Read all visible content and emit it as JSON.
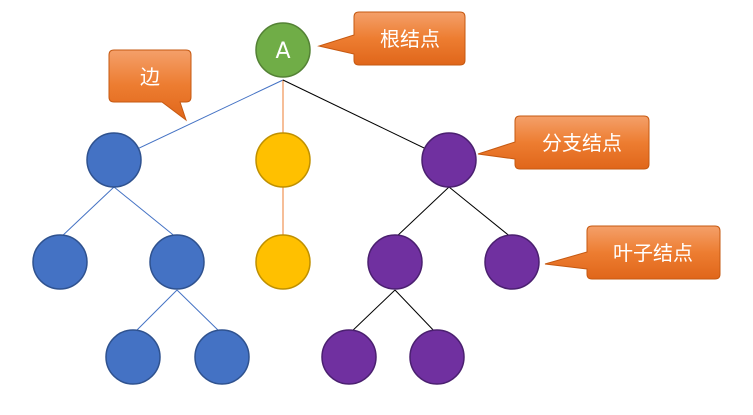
{
  "diagram": {
    "root_label": "A",
    "callouts": {
      "root": "根结点",
      "edge": "边",
      "branch": "分支结点",
      "leaf": "叶子结点"
    },
    "colors": {
      "root_fill": "#70ad47",
      "root_stroke": "#548235",
      "blue_fill": "#4472c4",
      "blue_stroke": "#2f528f",
      "yellow_fill": "#ffc000",
      "yellow_stroke": "#bf9000",
      "purple_fill": "#7030a0",
      "purple_stroke": "#4b2070",
      "blue_edge": "#4472c4",
      "orange_edge": "#ed7d31",
      "black_edge": "#000000",
      "callout_fill": "#ed7d31",
      "callout_stroke": "#c65911"
    }
  }
}
